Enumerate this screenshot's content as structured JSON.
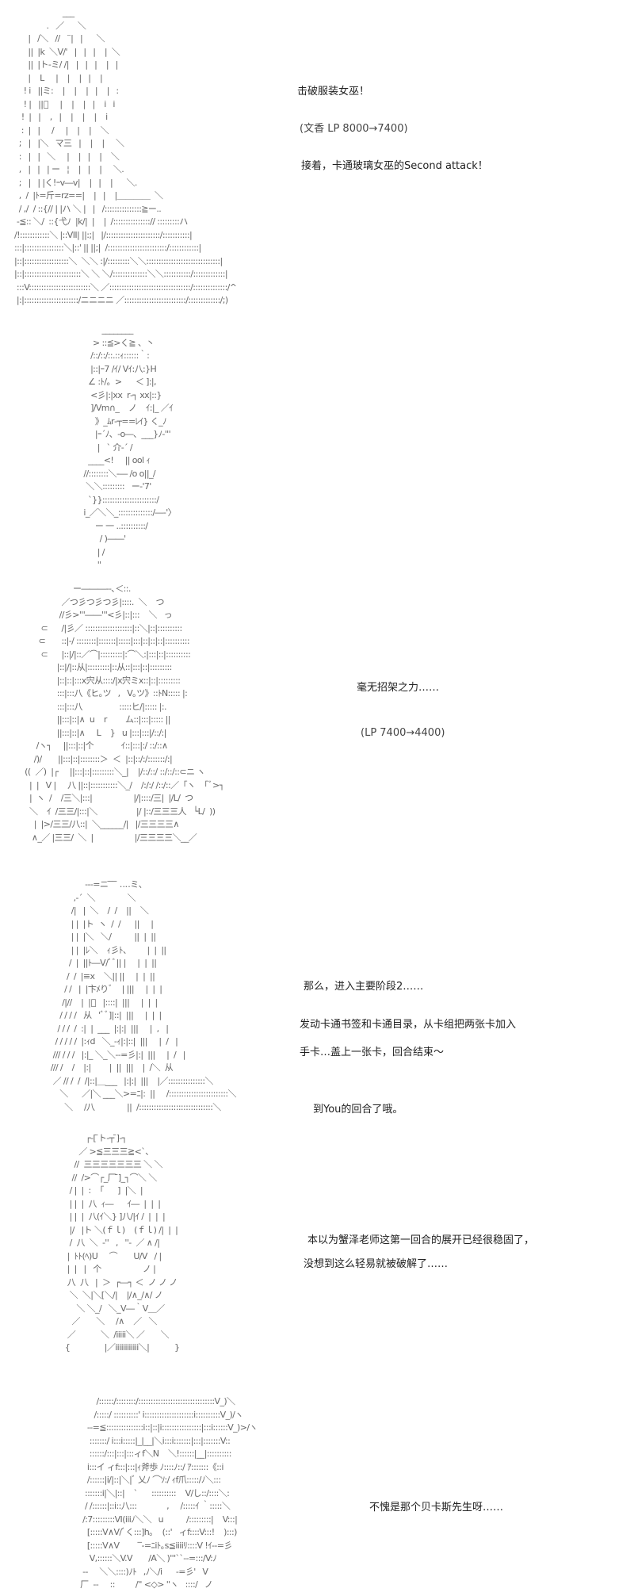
{
  "panels": [
    {
      "art": "                     ___\n              .   ／      ＼\n      |   /＼   //   ¨|   |      ＼\n      ||  |k  ＼V/'   |   |   |    |  ＼\n      ||  |ト-ミ/ /|   |   |   |    |   |\n      |    L     |    |    |   |    |\n    ! i   ||ミ:    |    |    |   |    |   :\n    ! |   ||ﾞ     |    |    |   |    i   i\n   !  |   |    ,   |    |    |    |    i\n   :  |   |     /     |    |    |    ＼\n  ;   |   |＼   マ三   |    |    |     ＼\n  :   |   |   ＼     |    |   |    |    ＼\n  ,   |   |   | ー   ¦    |   |    |     ＼.\n  ;   |   | |く!ｰv―v|    |   |    |      ＼.\n  ,  /  |ﾄ=斤=rz==|    |   |    |＿＿＿＿  ＼\n  / ,/  / ::{// | |ハ ＼ |   |   /:::::::::::::::≧ー..\n -≦:: ＼/  ::{弋ﾉ  |k/|  |    |  /:::::::::::::::// :::::::::ハ\n/!::::::::::::＼ |::VII| ||:;|   |/::::::::::::::::::::::/:::::::::::|\n:::|::::::::::::::::＼|::' || ||;|  /::::::::::::::::::::::::/::::::::::::|\n|::|::::::::::::::::::＼  ＼＼ :|/:::::::::＼＼::::::::::::::::::::::::::::::|\n|::|:::::::::::::::::::::::＼ ＼ ＼/::::::::::::::＼＼:::::::::::/:::::::::::::|\n :::V:::::::::::::::::::::::::＼ ／:::::::::::::::::::::::::::::::::/::::::::::::::/^\n |:|::::::::::::::::::::::/ニニニニ ／:::::::::::::::::::::::::/:::::::::::::/;)",
      "captions": [
        "击破服装女巫！",
        "(文香 LP 8000→7400)",
        "接着，卡通玻璃女巫的Second attack！"
      ]
    },
    {
      "art": "              ________\n          > ::≦>く≧ 、丶\n         /::/::/::.::ｨ::::::｀:\n         |::|ｰ7 /ｲ/ Vｲ:八:}H\n        ∠ :ﾄ/。>      ＜ ]:|,\n         <彡|:|xx  r‐┐ xx|::}\n         ]/Vm∩_    ノ    ｲ:|_ ／ｲ\n           》_ﾑr‐┬==ﾚｲ} く_ﾉ\n           |ｰ´ﾉ、-o―、___}ﾉ-'''\n            |   ` 介-´ /\n        ____<!     || ool ｨ\n      //::::::::＼-― /o o||_/\n       ＼＼:::::::::   ー‐'7'\n        `}}::::::::::::::::::::::/\n      i_／＼＼_::::::::::::::/―‐'〉\n           ー 一 ..::::::::::/\n             / )――'\n            | /\n            ''",
      "captions": []
    },
    {
      "art": "                             ー―――‐‐､＜::.\n                        ／つ彡つ彡つ彡|::::.  ＼    つ\n                       //彡>'''――'''<彡|::|:::    ＼   っ\n               ⊂      /|彡／ :::::::::::::::::::|::＼|::|::::::::::\n              ⊂       ::|-/ ::::::::|:::::::|:::::|:::|::|::|::|::::::::::\n               ⊂      |::|/|::／⌒|:::::::::|:⌒＼:|:::|::|::::::::::\n                      |::|/|::从|:::::::::|::从::|:::|::|:::::::::\n                      |::|::|:::x宍从::::/|x宍ミx::|::|:::::::::\n                      :::|:::八《ヒ｡ツ   ,   V｡ツ》::ﾄN::::: |:\n                      :::|:::八                :::::ヒ/|::::: |:.\n                      ||:::|::|∧  u    r        ム::|:::|::::: ||\n                      ||:::|::|∧     L    }   u |:::|:::|/::/:|\n             /ヽ┐     ||:::|::|个            ｲ::|:::|:/ ::/::∧\n            /)/       ||:::|::|::::::::＞  ＜  |::|::/:/:::::::/:|\n        ((  ／)  |┌     ||:::|::|:::::::::＼_|    |/::/::/ ::/::/::⊂ニ ヽ\n          |  |   V |     八 ||::|:::::::::::＼_/    /:/:/ /::/::／「ヽ  「ﾞ>┐\n          |  ヽ  /    /三＼|:::|                  |/|::::/三|  |/L/  つ\n          ＼    ｲ  /三三/|:::|＼                 |/ |::/三三三人   └L/  ))\n            |  |>/三三/八::|  ＼______/|   |/三三三三∧\n           ∧_／ |三三/  ＼  |                  |/三三三三＼__／",
      "captions": [
        "毫无招架之力……",
        "(LP 7400→4400)"
      ]
    },
    {
      "art": "                  ‐--=ニ ̄ ̄ ̄ ̄ ‥‥ミ、\n             ,‐´  ＼              ＼\n            /|   |  ＼    /  /    ||    ＼\n            | |  |ト  ヽ  /  /      ||     |\n            | |  |＼   ＼/          ||  |  ||\n            | |  |ﾚ＼    ｨ彡ﾄ、       |  |  ||\n           /  |  ||ﾄ―V/ﾞﾞ|| |     |  |  ||\n          /  /  |≡x    ＼|| ||     |  |  ||\n         / /   |  |卞ﾒりﾞ    | |||     |  |  |\n        /|//    |  |ﾞ   |::::|  |||     |  |  |\n       / / / /   从   'ﾞﾞ]|::|  |||     |  |  |\n      / / /  /  :|  |  ___  |:|:|  |||     |  ,   |\n     / / / / /  |:ｨd   ＼_-ｨ|:|::|  |||     |  /   |\n    /// / / /   |:|_ ＼_＼--=彡|:|  |||     |  /   |\n   /// /    /    |:|        |  ||  |||    |  /＼  从\n    ／ // /  /  /|::|＿___   |:|:|  |||    |／:::::::::::::::＼\n       ＼      ／|＼ ___＼>=ﾆ|:  ||     /::::::::::::::::::::::::＼\n         ＼     /八              ||  /::::::::::::::::::::::::::::::＼",
      "captions": [
        "那么，进入主要阶段2……",
        "发动卡通书签和卡通目录，从卡组把两张卡加入",
        "手卡…盖上一张卡，回合结束～",
        "到You的回合了哦。"
      ]
    },
    {
      "art": "                    ┌‐[ ̄ト‐┬ ̄]‐┐\n                 ／ >≦三三三≧<`、\n               //  三三三三三三三 ＼ ＼\n              //  />⌒┌_厂 ̄]_┐⌒＼ ＼\n             / |  |  :  「      ]  |＼  |\n             | |  |  八  ｨ―      ｲ―  |  |  |\n             | |  |  八(ｲ＼} ]八/|ｲ /  |  |  |\n             |/   |ト ＼(ｆｌ)    (ｆｌ) /|  |  |\n             /  八  ＼  ‐''   ,   ''‐  ／ ∧ /|\n            |  ﾄﾄ(ﾍ)U     ⌒       U/V   / |\n            |  |   |   个                  ノ |\n            八  八   |  ＞  ┌―┐ ＜  ノ ノ ノ\n             ＼  ＼|＼[＼/|    |/∧_/∧/ ノ\n                ＼ ＼_/   ＼_V―｀V＿／\n              ／       ＼     /∧    ／   ＼\n            ／           ＼  /iiiii＼ ／       ＼\n           {               |／iiiiiiiiiiii＼|           }",
      "captions": [
        "本以为蟹泽老师这第一回合的展开已经很稳固了，",
        "没想到这么轻易就被破解了……"
      ]
    },
    {
      "art": "               /::::::/::::::::/:::::::::::::::::::::::::::::::V_)＼\n              /:::::/ ::::::::::' i::::::::::::::::::::i::::::::::V_)/ヽ\n           --=≦:::::::::::::::i::|::|i::::::::::::::::|:::i::::::V_)>/ヽ\n            :::::::/ i:::i:::::|_|__|＼i:::i:::::::|:::|:::::::V::\n            ::::::/:::|:::|:::ィf＼N    ＼!::::::|__|::::::::::\n           i:::イ ィf:::|:::|ｨ斧歩 ﾉ::::ﾉ::/ ｱ:::::::《::i\n           /::::::|i/|::|＼|ﾞ 乂ﾉ ⌒ｿ:/ ｨf爪:::::/ﾉ＼:::\n          :::::::i|＼|::|    `      ::::::::::    V/し::/::::＼:\n          / /::::::|::i::八:::             ,     /:::::ｲ ｀:::::＼\n         /:7:::::::::VI(iiiﾉ＼＼   u          /:::::::::|    V:::|\n           [:::::V∧V/ﾞく:::]h｡    (::'   ィf::::V:::!    ):::)\n           [:::::V∧V        ‾-=ﾆiﾄ｡s≦iiiiﾘ::::V !ｲ--=彡\n            V,::::::＼V.V       /A＼ )'''``--=:::/V:ﾉ\n         ‐-     ＼＼::::)ﾉﾄ   ,ﾉ＼/i      -=彡'   V\n        厂  --     ::         /'' <◇> ''ヽ   ::::/   ノ",
      "captions": [
        "不愧是那个贝卡斯先生呀……"
      ]
    }
  ]
}
